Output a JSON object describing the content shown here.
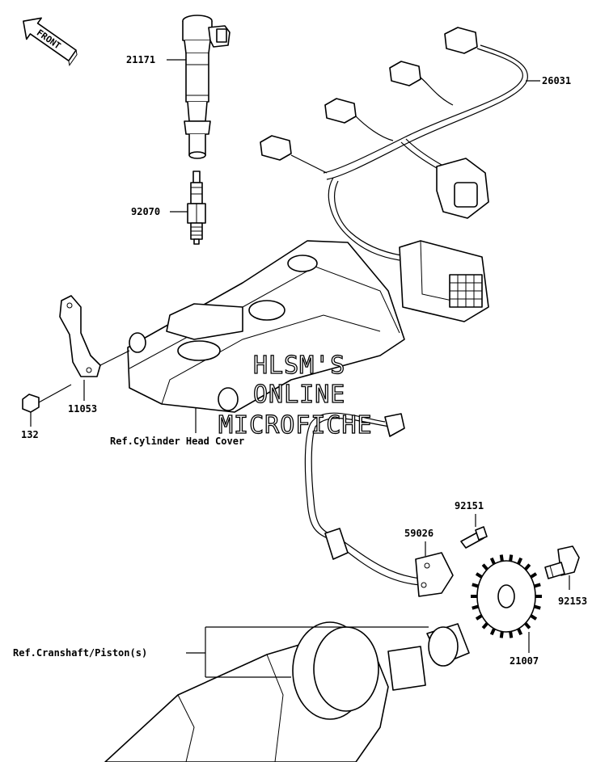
{
  "front_label": "FRONT",
  "watermark": [
    "HLSM'S",
    "ONLINE",
    "MICROFICHE"
  ],
  "parts": {
    "ignition_coil": "21171",
    "wiring_harness": "26031",
    "spark_plug": "92070",
    "bracket": "11053",
    "bolt_small": "132",
    "ref_cylinder_head_cover": "Ref.Cylinder Head Cover",
    "bolt_sensor": "92151",
    "crank_sensor": "59026",
    "bolt_rotor": "92153",
    "timing_rotor": "21007",
    "ref_crankshaft": "Ref.Cranshaft/Piston(s)"
  }
}
